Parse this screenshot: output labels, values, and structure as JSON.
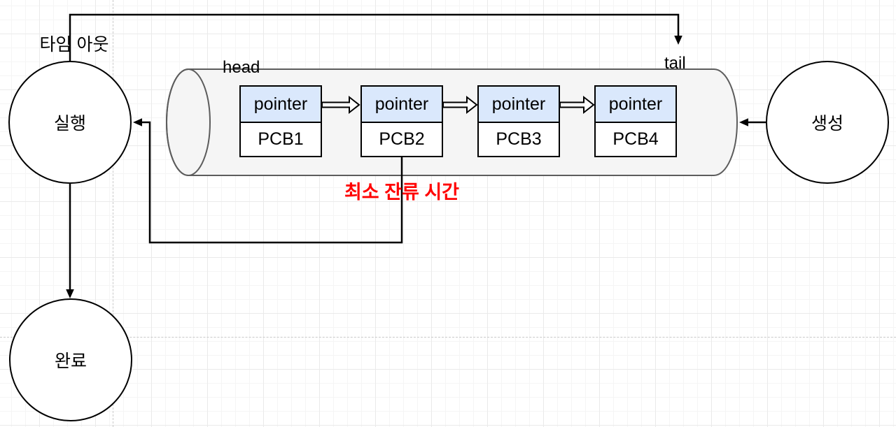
{
  "diagram": {
    "title_hint": "process-scheduling-queue-diagram",
    "labels": {
      "timeout": "타임 아웃",
      "head": "head",
      "tail": "tail",
      "min_remaining": "최소 잔류 시간"
    },
    "states": {
      "running": "실행",
      "done": "완료",
      "created": "생성"
    },
    "queue": {
      "nodes": [
        {
          "pointer": "pointer",
          "pcb": "PCB1"
        },
        {
          "pointer": "pointer",
          "pcb": "PCB2"
        },
        {
          "pointer": "pointer",
          "pcb": "PCB3"
        },
        {
          "pointer": "pointer",
          "pcb": "PCB4"
        }
      ]
    },
    "colors": {
      "pointer_fill": "#dae8fc",
      "node_stroke": "#000000",
      "cylinder_fill": "#f5f5f5",
      "cylinder_stroke": "#5c5c5c",
      "connector": "#000000",
      "annotation_red": "#ff0000",
      "grid_minor": "#f5f5f5",
      "grid_major": "#eaeaea",
      "page_guide": "#c9c9c9"
    }
  }
}
